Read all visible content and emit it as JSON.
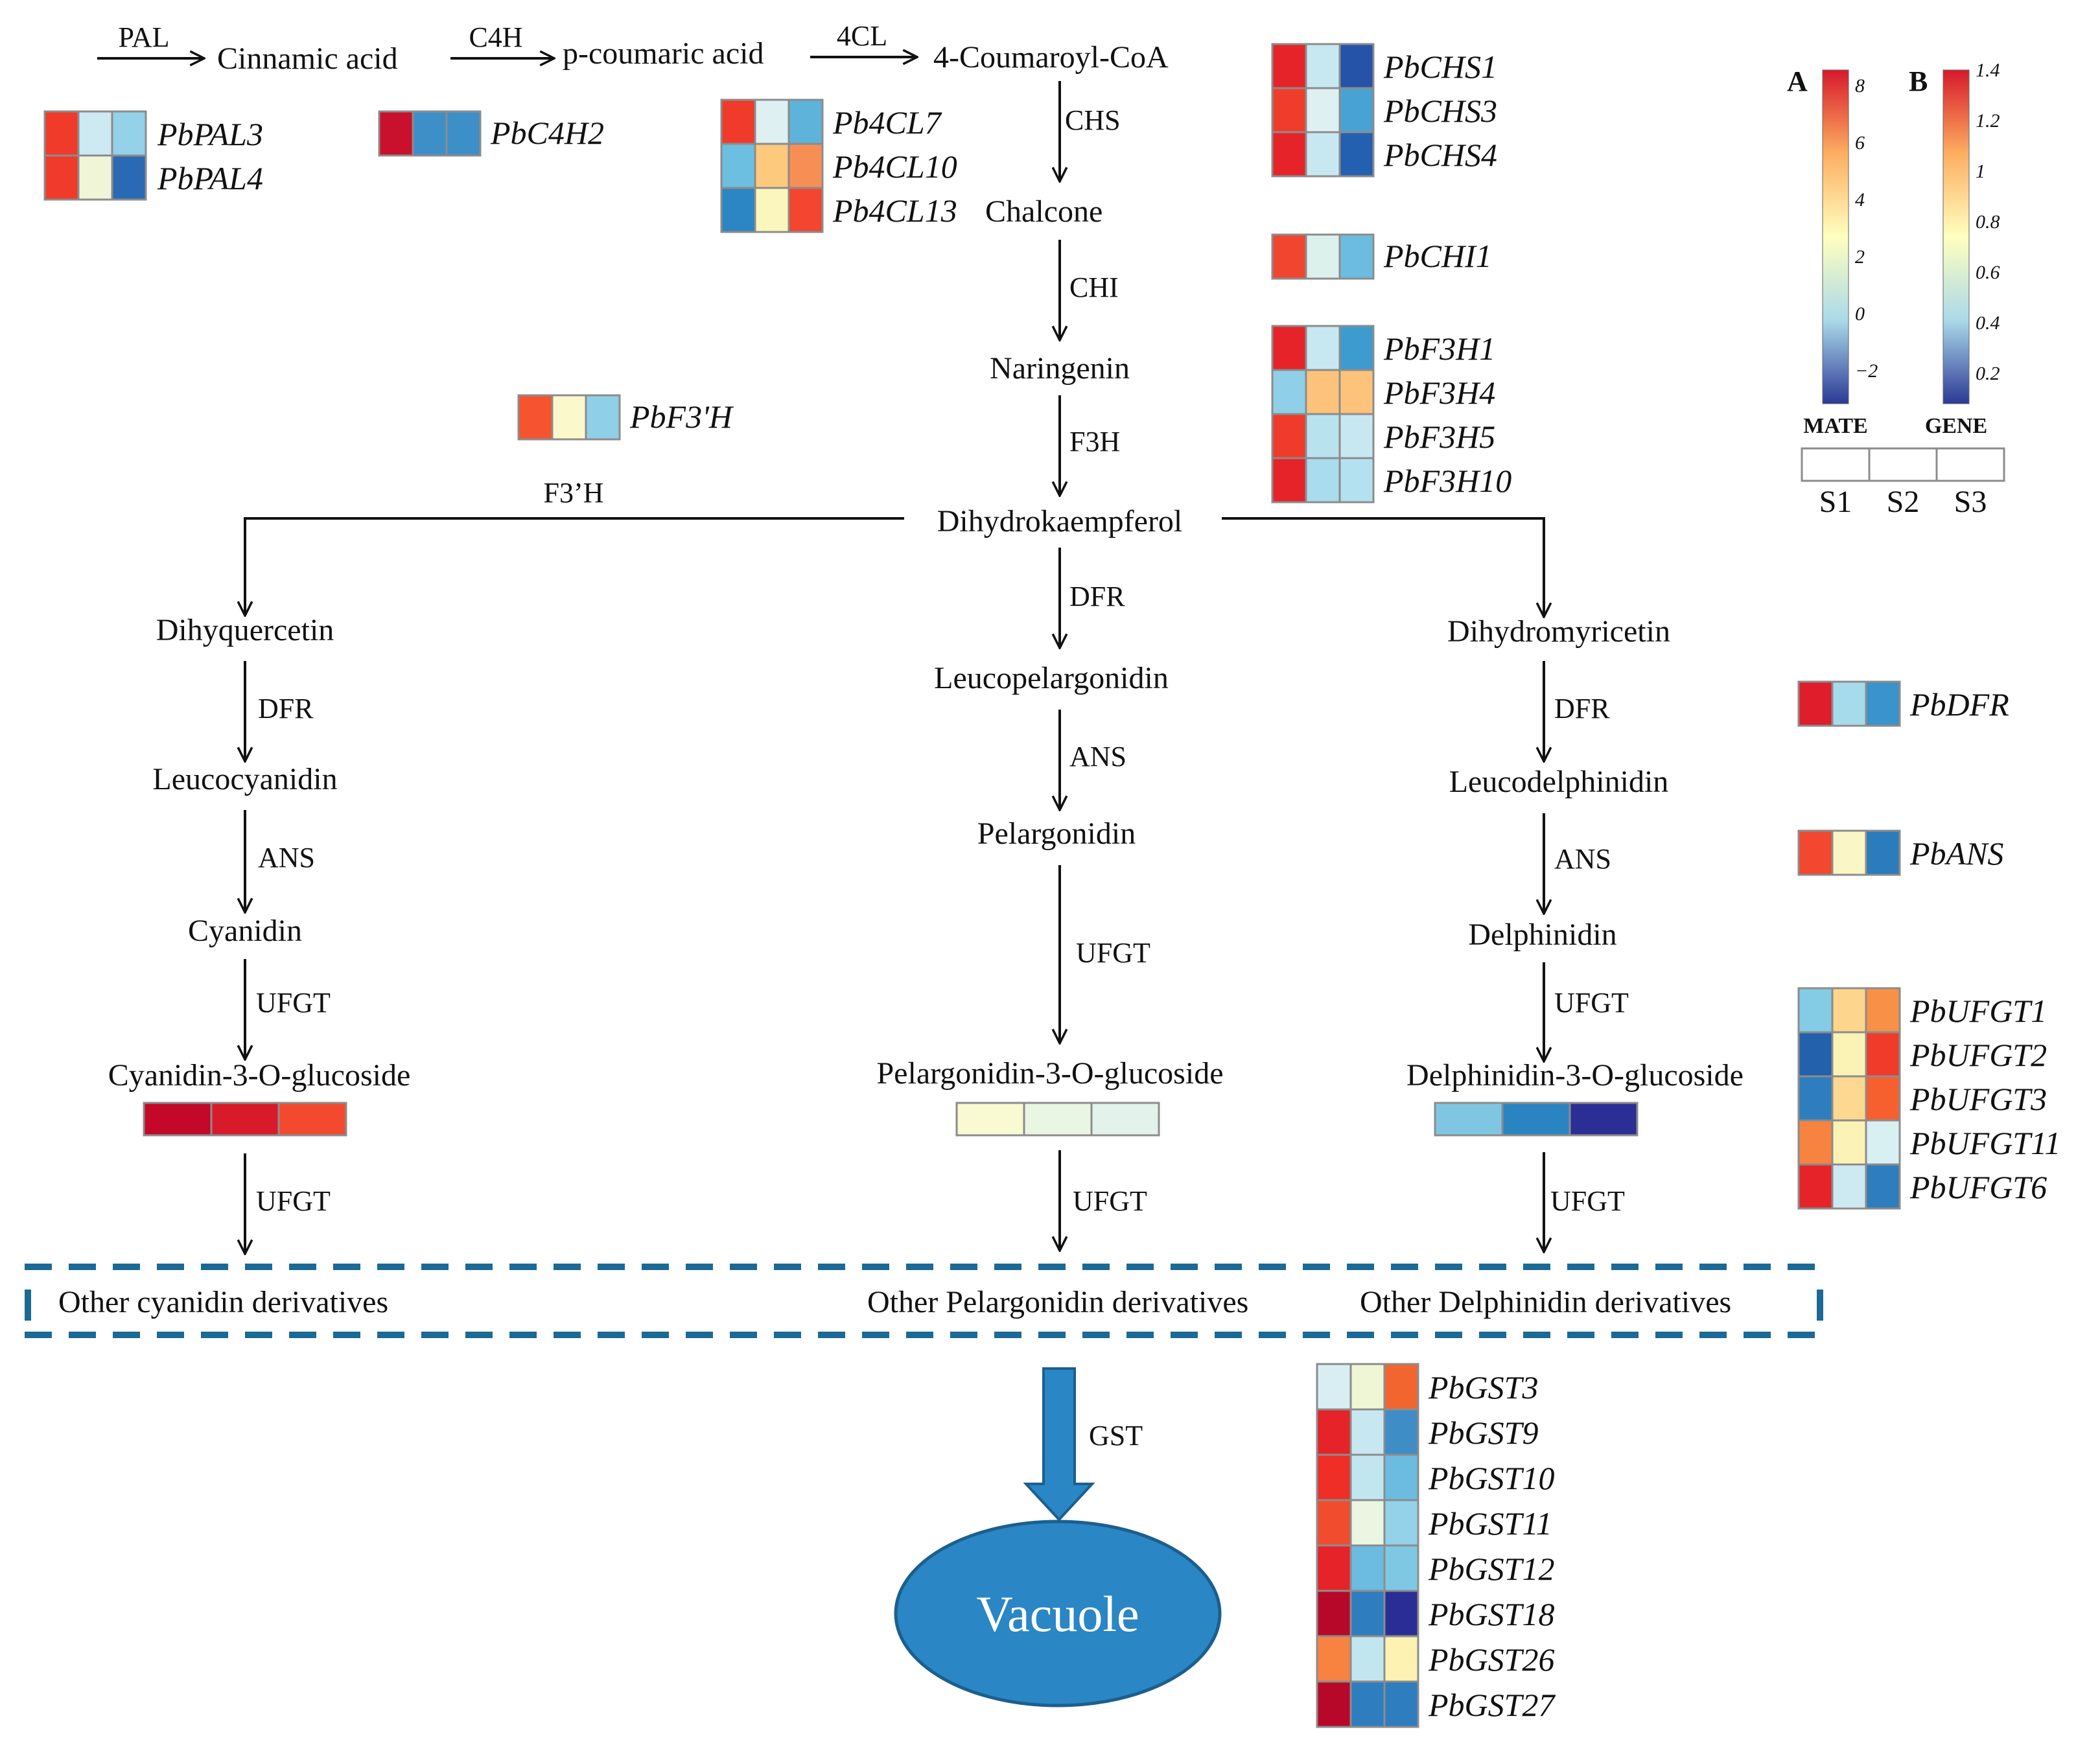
{
  "compounds": {
    "cinnamic_acid": "Cinnamic acid",
    "p_coumaric_acid": "p-coumaric acid",
    "coumaroyl_coa": "4-Coumaroyl-CoA",
    "chalcone": "Chalcone",
    "naringenin": "Naringenin",
    "dihydrokaempferol": "Dihydrokaempferol",
    "dihyquercetin": "Dihyquercetin",
    "leucocyanidin": "Leucocyanidin",
    "cyanidin": "Cyanidin",
    "cyanidin_3_o_glucoside": "Cyanidin-3-O-glucoside",
    "leucopelargonidin": "Leucopelargonidin",
    "pelargonidin": "Pelargonidin",
    "pelargonidin_3_o_glucoside": "Pelargonidin-3-O-glucoside",
    "dihydromyricetin": "Dihydromyricetin",
    "leucodelphinidin": "Leucodelphinidin",
    "delphinidin": "Delphinidin",
    "delphinidin_3_o_glucoside": "Delphinidin-3-O-glucoside",
    "other_cyanidin": "Other cyanidin derivatives",
    "other_pelargonidin": "Other Pelargonidin derivatives",
    "other_delphinidin": "Other Delphinidin derivatives",
    "vacuole": "Vacuole"
  },
  "enzymes": {
    "pal": "PAL",
    "c4h": "C4H",
    "cl4": "4CL",
    "chs": "CHS",
    "chi": "CHI",
    "f3h": "F3H",
    "f3ph": "F3’H",
    "dfr": "DFR",
    "ans": "ANS",
    "ufgt": "UFGT",
    "gst": "GST"
  },
  "heatmaps": {
    "pal": [
      {
        "gene": "PbPAL3",
        "colors": [
          "#f03a2a",
          "#cde9f2",
          "#93d2e8"
        ]
      },
      {
        "gene": "PbPAL4",
        "colors": [
          "#f03a2a",
          "#f1f5d8",
          "#2a6ab4"
        ]
      }
    ],
    "c4h": [
      {
        "gene": "PbC4H2",
        "colors": [
          "#c9102c",
          "#3d8fc8",
          "#3d8fc8"
        ]
      }
    ],
    "cl4": [
      {
        "gene": "Pb4CL7",
        "colors": [
          "#f03a2a",
          "#dff0f3",
          "#5db3da"
        ]
      },
      {
        "gene": "Pb4CL10",
        "colors": [
          "#6cbfe0",
          "#fcc97d",
          "#f78f55"
        ]
      },
      {
        "gene": "Pb4CL13",
        "colors": [
          "#2b86c3",
          "#fbf6be",
          "#f3452f"
        ]
      }
    ],
    "chs": [
      {
        "gene": "PbCHS1",
        "colors": [
          "#e52329",
          "#c8e8f1",
          "#2453a8"
        ]
      },
      {
        "gene": "PbCHS3",
        "colors": [
          "#f03d2b",
          "#dff0f2",
          "#48a2d4"
        ]
      },
      {
        "gene": "PbCHS4",
        "colors": [
          "#e52329",
          "#c8e8f1",
          "#2460b0"
        ]
      }
    ],
    "chi": [
      {
        "gene": "PbCHI1",
        "colors": [
          "#f2452f",
          "#dcf0ec",
          "#6bbce0"
        ]
      }
    ],
    "f3h": [
      {
        "gene": "PbF3H1",
        "colors": [
          "#e52329",
          "#c8e8f1",
          "#3e9bd0"
        ]
      },
      {
        "gene": "PbF3H4",
        "colors": [
          "#8fd0e8",
          "#fdc37a",
          "#fdc37a"
        ]
      },
      {
        "gene": "PbF3H5",
        "colors": [
          "#f03a2a",
          "#b9e2ef",
          "#c8e8f1"
        ]
      },
      {
        "gene": "PbF3H10",
        "colors": [
          "#e52329",
          "#a9dced",
          "#b4e1ef"
        ]
      }
    ],
    "f3ph": [
      {
        "gene": "PbF3'H",
        "colors": [
          "#f6532f",
          "#fbf8cc",
          "#8fd0e8"
        ]
      }
    ],
    "dfr": [
      {
        "gene": "PbDFR",
        "colors": [
          "#e01d2b",
          "#a6dbec",
          "#3b93cd"
        ]
      }
    ],
    "ans": [
      {
        "gene": "PbANS",
        "colors": [
          "#f3472f",
          "#fbf6c6",
          "#2a7cbd"
        ]
      }
    ],
    "ufgt": [
      {
        "gene": "PbUFGT1",
        "colors": [
          "#84cbe6",
          "#fdd58d",
          "#f89048"
        ]
      },
      {
        "gene": "PbUFGT2",
        "colors": [
          "#2361ad",
          "#fbf3b5",
          "#f03a2a"
        ]
      },
      {
        "gene": "PbUFGT3",
        "colors": [
          "#2e7dbf",
          "#fdd890",
          "#f6602f"
        ]
      },
      {
        "gene": "PbUFGT11",
        "colors": [
          "#f8823f",
          "#fbf3b5",
          "#d9f0f3"
        ]
      },
      {
        "gene": "PbUFGT6",
        "colors": [
          "#e52329",
          "#cde9f2",
          "#2e7dbf"
        ]
      }
    ],
    "gst": [
      {
        "gene": "PbGST3",
        "colors": [
          "#d8eef2",
          "#eef6d6",
          "#f3652f"
        ]
      },
      {
        "gene": "PbGST9",
        "colors": [
          "#e52329",
          "#c8e8f1",
          "#3e8dc6"
        ]
      },
      {
        "gene": "PbGST10",
        "colors": [
          "#ee2e27",
          "#c2e6f0",
          "#6bbce0"
        ]
      },
      {
        "gene": "PbGST11",
        "colors": [
          "#f24c2e",
          "#eaf5e2",
          "#93d2e8"
        ]
      },
      {
        "gene": "PbGST12",
        "colors": [
          "#e52329",
          "#6bbce0",
          "#7fc8e4"
        ]
      },
      {
        "gene": "PbGST18",
        "colors": [
          "#b8082a",
          "#2e7dbf",
          "#2a2e94"
        ]
      },
      {
        "gene": "PbGST26",
        "colors": [
          "#f8823f",
          "#c2e6f0",
          "#fdf2b2"
        ]
      },
      {
        "gene": "PbGST27",
        "colors": [
          "#b8082a",
          "#2e7dbf",
          "#2e7dbf"
        ]
      }
    ]
  },
  "metabolites": {
    "cyanidin": [
      "#c3082a",
      "#d81a2b",
      "#f34a2f"
    ],
    "pelargonidin": [
      "#f9f9d2",
      "#eaf6e4",
      "#e3f2ea"
    ],
    "delphinidin": [
      "#7fc6e3",
      "#2b84c2",
      "#2b2e94"
    ]
  },
  "legend": {
    "a_label": "A",
    "b_label": "B",
    "mate_label": "MATE",
    "gene_label": "GENE",
    "mate_ticks": [
      "8",
      "6",
      "4",
      "2",
      "0",
      "−2"
    ],
    "gene_ticks": [
      "1.4",
      "1.2",
      "1",
      "0.8",
      "0.6",
      "0.4",
      "0.2"
    ],
    "samples": [
      "S1",
      "S2",
      "S3"
    ],
    "colors": {
      "high": "#d7192b",
      "mid_high": "#fdae61",
      "mid": "#ffffbf",
      "mid_low": "#abd9e9",
      "low": "#2c3996"
    }
  },
  "colors": {
    "dashed_box": "#1b6a96",
    "arrow_fill": "#2a86c4",
    "vacuole_fill": "#2a86c4",
    "cell_border": "#8c8c8c"
  }
}
